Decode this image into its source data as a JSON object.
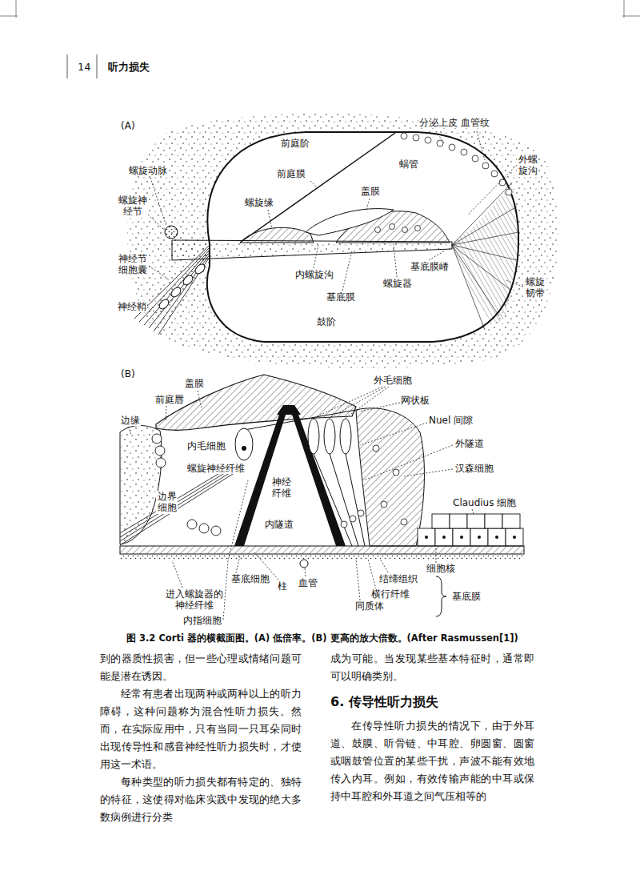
{
  "diagram": {
    "title": "6. 传导性听力损失",
    "caption": "图 3.2 Corti 器的横截面图。(A) 低倍率。(B) 更高的放大倍数。(After Rasmussen[1])",
    "labels": [
      "14",
      "听力损失",
      "(A)",
      "前庭阶",
      "分泌上皮",
      "血管纹",
      "蜗管",
      "前庭膜",
      "螺旋动脉",
      "盖膜",
      "外螺旋沟",
      "螺旋神经节",
      "螺旋缘",
      "神经节细胞囊",
      "神经鞘",
      "内螺旋沟",
      "基底膜嵴",
      "螺旋器",
      "基底膜",
      "螺旋韧带",
      "鼓阶",
      "(B)",
      "盖膜",
      "外毛细胞",
      "前庭唇",
      "网状板",
      "边缘",
      "Nuel 间隙",
      "内毛细胞",
      "外隧道",
      "螺旋神经纤维",
      "汉森细胞",
      "神经纤维",
      "边界细胞",
      "Claudius 细胞",
      "内隧道",
      "细胞核",
      "基底细胞",
      "柱",
      "血管",
      "结缔组织",
      "进入螺旋器的神经纤维",
      "横行纤维",
      "同质体",
      "基底膜",
      "内指细胞",
      "到的器质性损害，但一些心理或情绪问题可能是潜在诱因。",
      "经常有患者出现两种或两种以上的听力障碍，这种问题称为混合性听力损失。然而，在实际应用中，只有当同一只耳朵同时出现传导性和感音神经性听力损失时，才使用这一术语。",
      "每种类型的听力损失都有特定的、独特的特征，这使得对临床实践中发现的绝大多数病例进行分类",
      "成为可能。当发现某些基本特征时，通常即可以明确类别。",
      "在传导性听力损失的情况下，由于外耳道、鼓膜、听骨链、中耳腔、卵圆窗、圆窗或咽鼓管位置的某些干扰，声波不能有效地传入内耳。例如，有效传输声能的中耳或保持中耳腔和外耳道之间气压相等的"
    ]
  }
}
